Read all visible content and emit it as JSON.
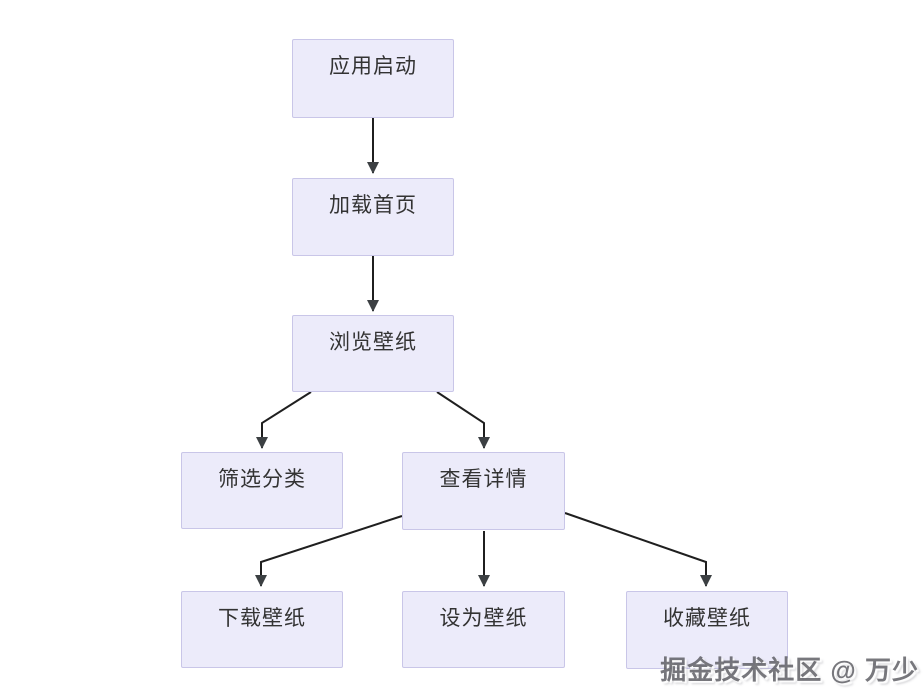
{
  "diagram": {
    "type": "flowchart",
    "direction": "top-down",
    "background_color": "#ffffff",
    "node_fill_color": "#ECEBFA",
    "node_border_color": "#C9C6E8",
    "node_text_color": "#333333",
    "arrow_color": "#1f1f1f",
    "arrowhead_color": "#3c4043",
    "nodes": [
      {
        "id": "start",
        "label": "应用启动"
      },
      {
        "id": "load-home",
        "label": "加载首页"
      },
      {
        "id": "browse",
        "label": "浏览壁纸"
      },
      {
        "id": "filter",
        "label": "筛选分类"
      },
      {
        "id": "detail",
        "label": "查看详情"
      },
      {
        "id": "download",
        "label": "下载壁纸"
      },
      {
        "id": "set-wallpaper",
        "label": "设为壁纸"
      },
      {
        "id": "favorite",
        "label": "收藏壁纸"
      }
    ],
    "edges": [
      {
        "from": "应用启动",
        "to": "加载首页"
      },
      {
        "from": "加载首页",
        "to": "浏览壁纸"
      },
      {
        "from": "浏览壁纸",
        "to": "筛选分类"
      },
      {
        "from": "浏览壁纸",
        "to": "查看详情"
      },
      {
        "from": "查看详情",
        "to": "下载壁纸"
      },
      {
        "from": "查看详情",
        "to": "设为壁纸"
      },
      {
        "from": "查看详情",
        "to": "收藏壁纸"
      }
    ]
  },
  "watermark": {
    "text": "掘金技术社区 @ 万少"
  }
}
